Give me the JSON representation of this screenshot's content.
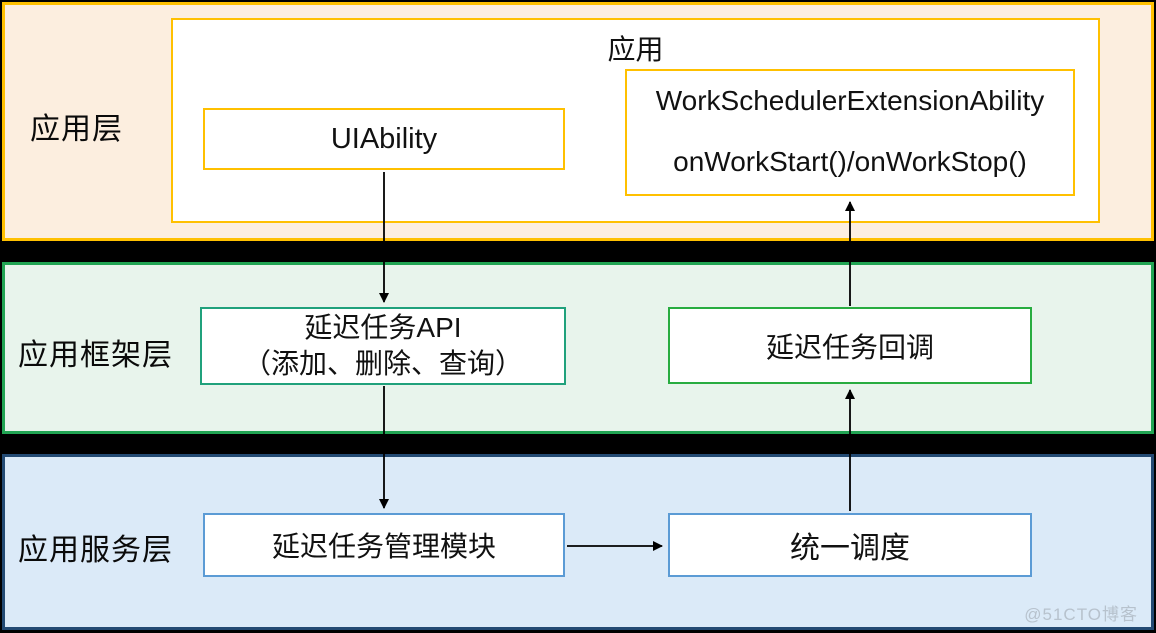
{
  "watermark": "@51CTO博客",
  "colors": {
    "canvas_bg": "#000000",
    "layer_app_bg": "#FCEEDF",
    "layer_app_border": "#FFC000",
    "layer_framework_bg": "#E8F4EC",
    "layer_framework_border": "#21A453",
    "layer_service_bg": "#DBEAF8",
    "layer_service_border": "#234A73",
    "box_api_border": "#20A17C",
    "box_callback_border": "#28AC40",
    "box_service_border": "#5B9BD5",
    "arrow": "#000000"
  },
  "layers": {
    "application": {
      "label": "应用层",
      "app_box": {
        "title": "应用",
        "uiability": "UIAbility",
        "extension_line1": "WorkSchedulerExtensionAbility",
        "extension_line2": "onWorkStart()/onWorkStop()"
      }
    },
    "framework": {
      "label": "应用框架层",
      "api_box_line1": "延迟任务API",
      "api_box_line2": "（添加、删除、查询）",
      "callback_box": "延迟任务回调"
    },
    "service": {
      "label": "应用服务层",
      "manager_box": "延迟任务管理模块",
      "scheduler_box": "统一调度"
    }
  }
}
